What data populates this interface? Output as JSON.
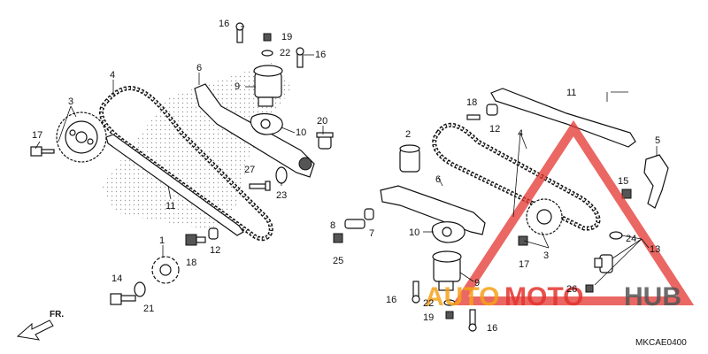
{
  "diagram_code": "MKCAE0400",
  "direction_label": "FR.",
  "watermark": {
    "part1": "AUTO",
    "part2": "MOTO",
    "part3": "HUB"
  },
  "callouts": {
    "c1": "1",
    "c2": "2",
    "c3a": "3",
    "c3b": "3",
    "c4a": "4",
    "c4b": "4",
    "c5": "5",
    "c6a": "6",
    "c6b": "6",
    "c7": "7",
    "c8": "8",
    "c9a": "9",
    "c9b": "9",
    "c10a": "10",
    "c10b": "10",
    "c11a": "11",
    "c11b": "11",
    "c12a": "12",
    "c12b": "12",
    "c13": "13",
    "c14": "14",
    "c15": "15",
    "c16a": "16",
    "c16b": "16",
    "c16c": "16",
    "c16d": "16",
    "c17a": "17",
    "c17b": "17",
    "c18a": "18",
    "c18b": "18",
    "c19a": "19",
    "c19b": "19",
    "c20": "20",
    "c21": "21",
    "c22a": "22",
    "c22b": "22",
    "c23": "23",
    "c24": "24",
    "c25": "25",
    "c26": "26",
    "c27": "27"
  }
}
